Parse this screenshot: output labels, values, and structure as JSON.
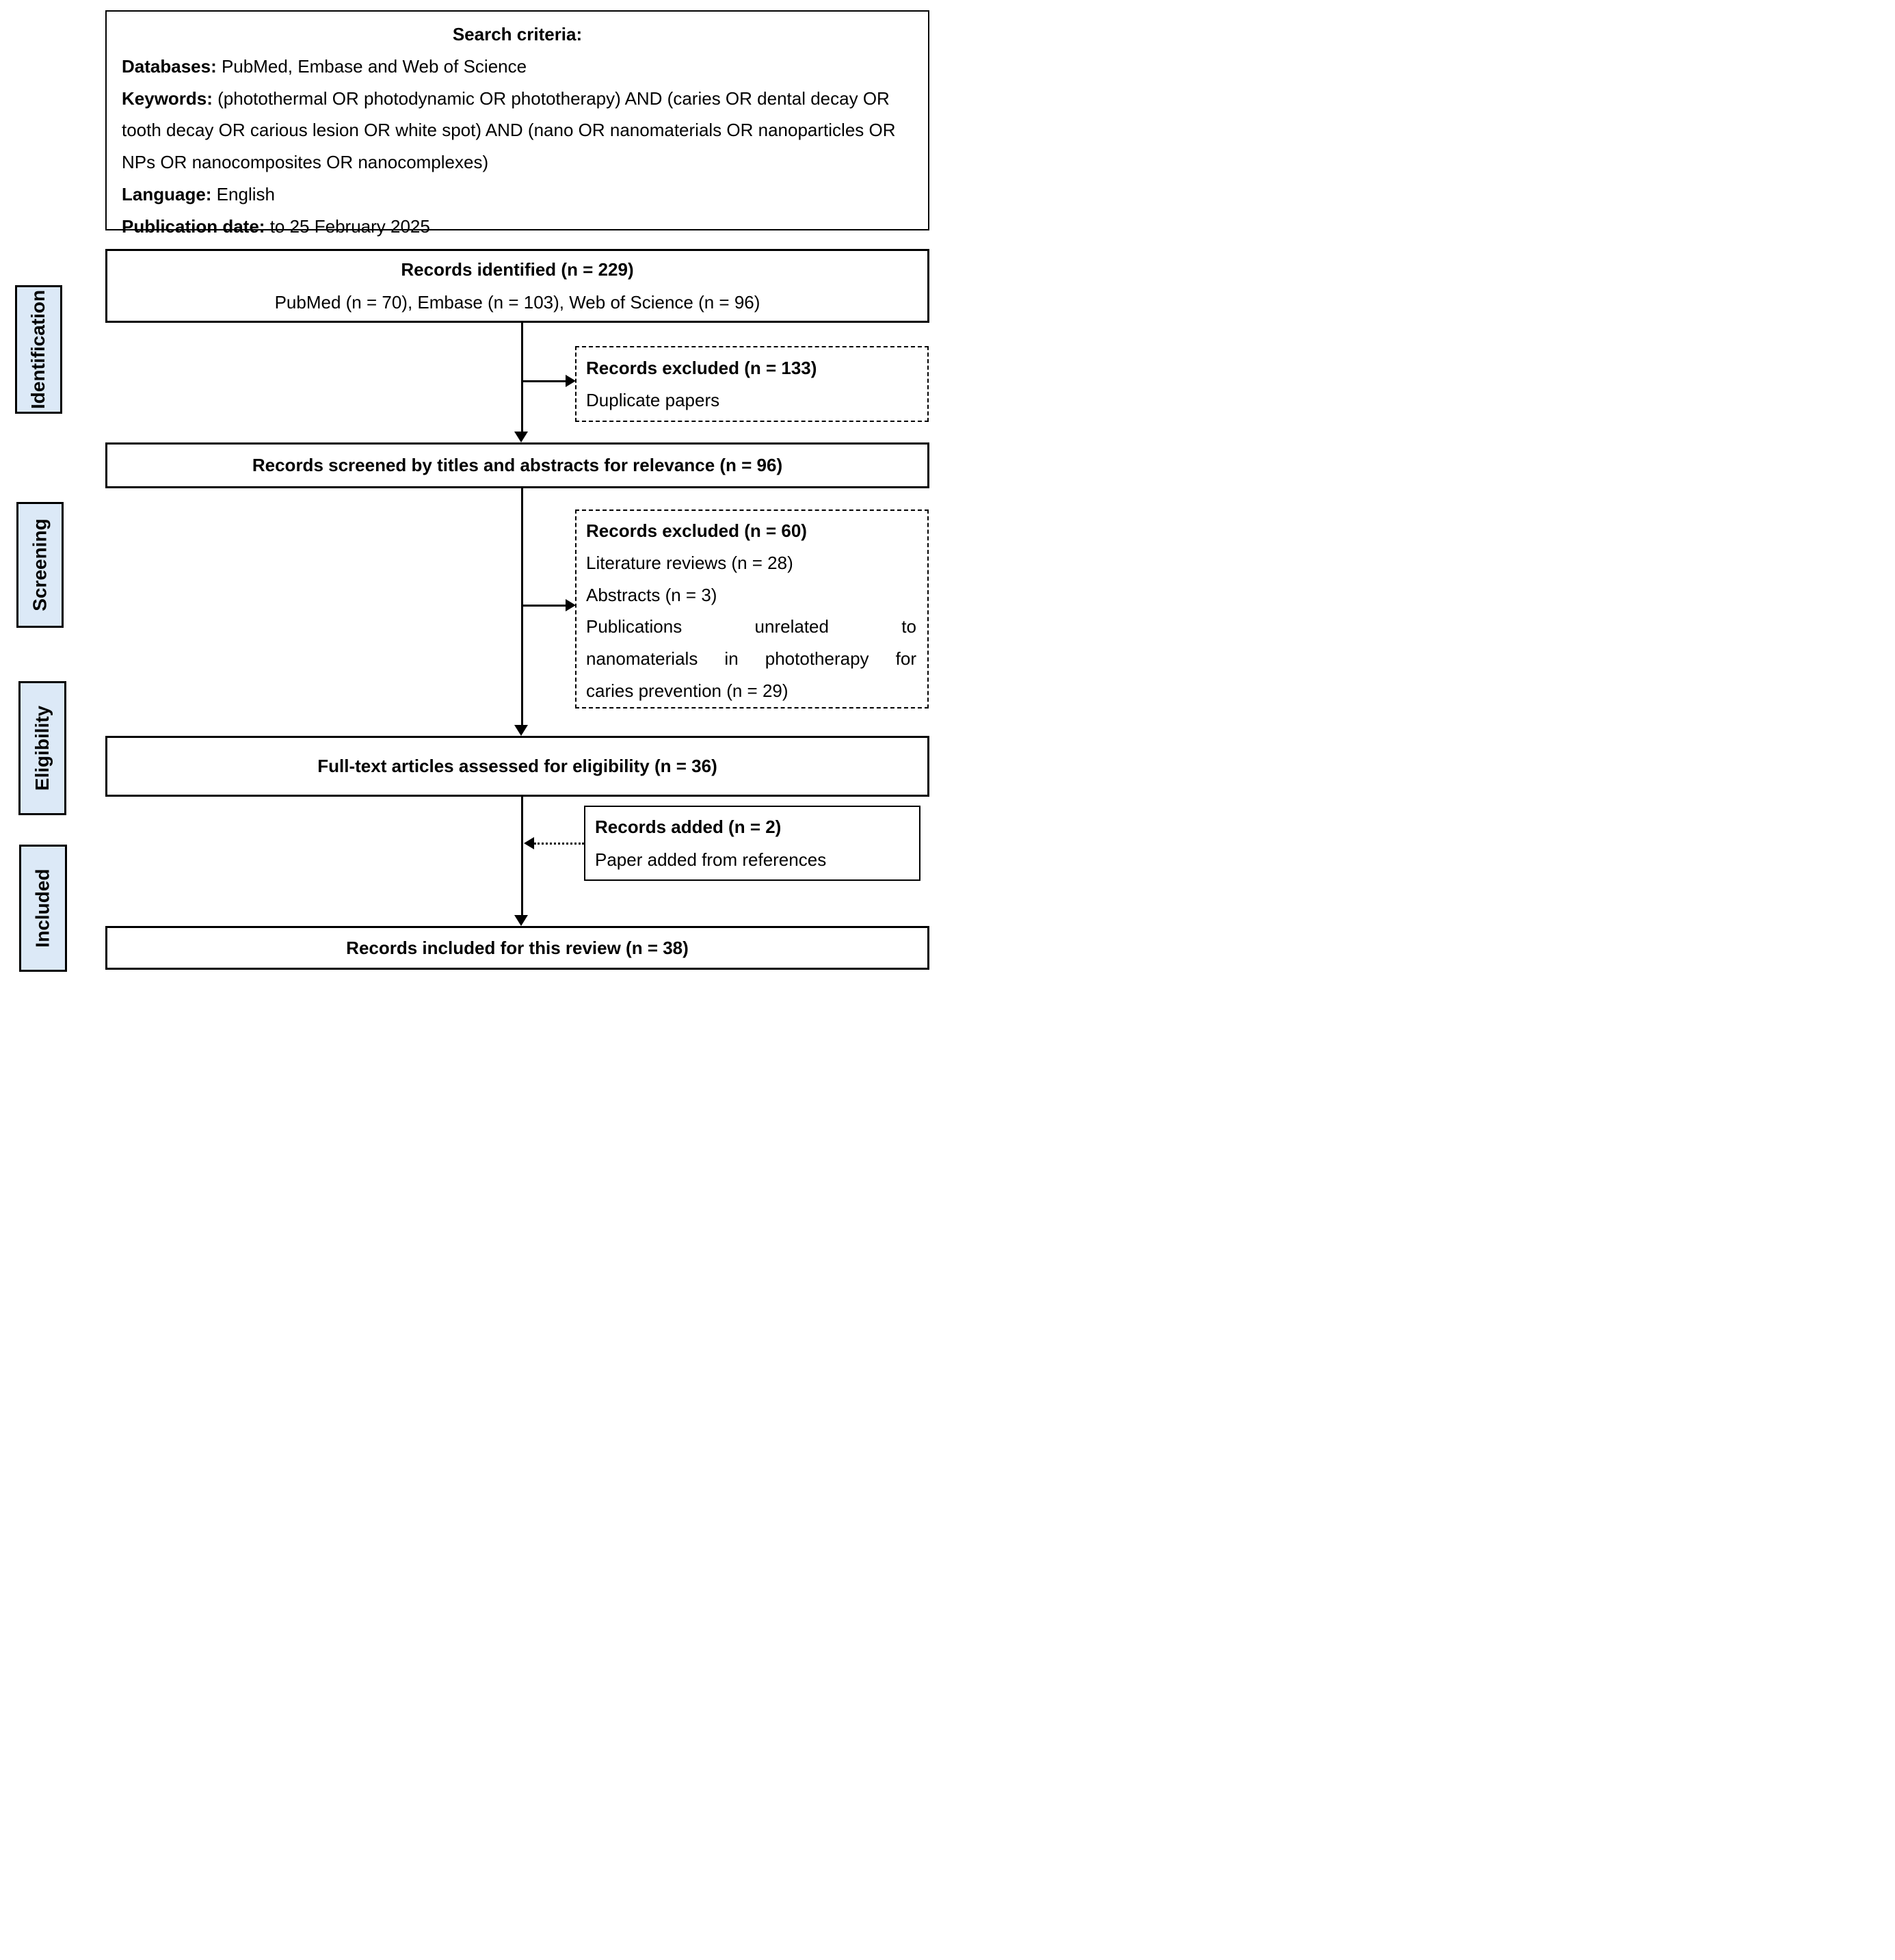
{
  "colors": {
    "stage_label_fill": "#dce9f7",
    "line_color": "#000000",
    "background": "#ffffff"
  },
  "search_criteria": {
    "title": "Search criteria:",
    "databases_label": "Databases:",
    "databases_value": " PubMed, Embase and Web of Science",
    "keywords_label": "Keywords:",
    "keywords_value": " (photothermal OR photodynamic OR phototherapy) AND (caries OR dental decay OR tooth decay OR carious lesion OR white spot) AND (nano OR nanomaterials OR nanoparticles OR NPs OR nanocomposites OR nanocomplexes)",
    "language_label": "Language:",
    "language_value": " English",
    "pubdate_label": "Publication date:",
    "pubdate_value": " to 25 February 2025"
  },
  "side_labels": {
    "identification": "Identification",
    "screening": "Screening",
    "eligibility": "Eligibility",
    "included": "Included"
  },
  "boxes": {
    "identified": {
      "title": "Records identified (n = 229)",
      "subtitle": "PubMed (n = 70), Embase (n = 103), Web of Science (n = 96)"
    },
    "excluded1": {
      "title": "Records excluded (n = 133)",
      "reason": "Duplicate papers"
    },
    "screened": {
      "title": "Records screened by titles and abstracts for relevance (n = 96)"
    },
    "excluded2": {
      "title": "Records excluded (n = 60)",
      "lines": [
        "Literature reviews (n = 28)",
        "Abstracts (n = 3)",
        "Publications unrelated to",
        "nanomaterials in phototherapy for",
        "caries prevention (n = 29)"
      ]
    },
    "fulltext": {
      "title": "Full-text articles assessed for eligibility (n = 36)"
    },
    "added": {
      "title": "Records added (n = 2)",
      "reason": "Paper added from references"
    },
    "included": {
      "title": "Records included for this review (n = 38)"
    }
  }
}
